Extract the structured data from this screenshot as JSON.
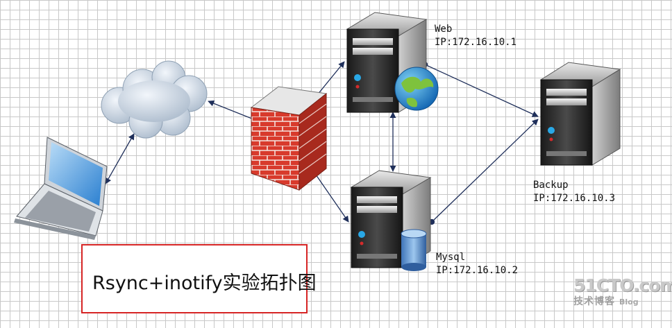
{
  "title": "Rsync+inotify实验拓扑图",
  "nodes": {
    "web": {
      "name": "Web",
      "ip": "IP:172.16.10.1"
    },
    "backup": {
      "name": "Backup",
      "ip": "IP:172.16.10.3"
    },
    "mysql": {
      "name": "Mysql",
      "ip": "IP:172.16.10.2"
    }
  },
  "watermark": {
    "logo": "51CTO.com",
    "sub": "技术博客",
    "blog": "Blog"
  },
  "colors": {
    "line": "#1f2f5a",
    "title_border": "#d62424",
    "brick": "#d83a2c",
    "server_body": "#2a2a2a"
  }
}
